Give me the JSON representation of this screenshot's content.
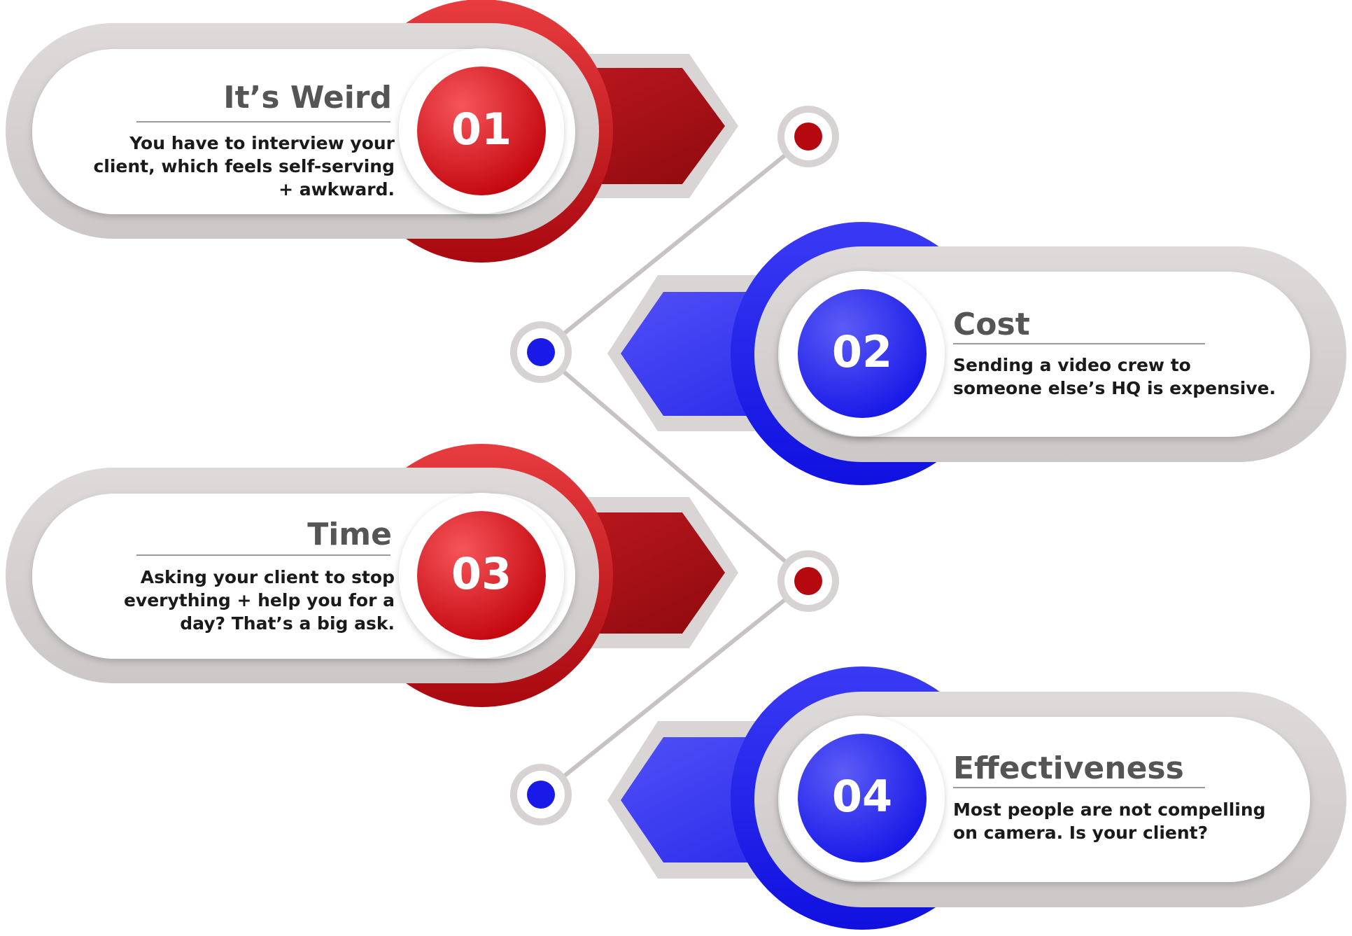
{
  "items": [
    {
      "number": "01",
      "title": "It’s Weird",
      "description": "You have to interview your client, which feels self-serving + awkward.",
      "theme": "red"
    },
    {
      "number": "02",
      "title": "Cost",
      "description": "Sending a video crew to someone else’s HQ is expensive.",
      "theme": "blue"
    },
    {
      "number": "03",
      "title": "Time",
      "description": "Asking your client to stop everything + help you for a day?  That’s a big ask.",
      "theme": "red"
    },
    {
      "number": "04",
      "title": "Effectiveness",
      "description": "Most people are not compelling on camera.  Is your client?",
      "theme": "blue"
    }
  ],
  "colors": {
    "red": "#c8101c",
    "red_light": "#f04a4f",
    "blue": "#1a1af0",
    "blue_light": "#4848f5",
    "gray": "#d7d3d3",
    "connector": "#c9c2c2"
  }
}
